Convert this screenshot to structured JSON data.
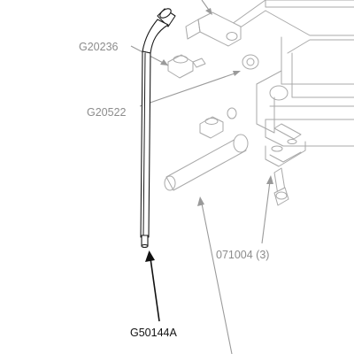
{
  "parts": {
    "highlighted": {
      "part_number": "G50144A"
    },
    "context": [
      {
        "part_number": "G20236"
      },
      {
        "part_number": "G20522"
      },
      {
        "part_number": "071004 (3)"
      }
    ]
  },
  "colors": {
    "highlight": "#111111",
    "context_parts": "#a9a9a9",
    "context_labels": "#8c8c8c",
    "background": "#ffffff"
  }
}
